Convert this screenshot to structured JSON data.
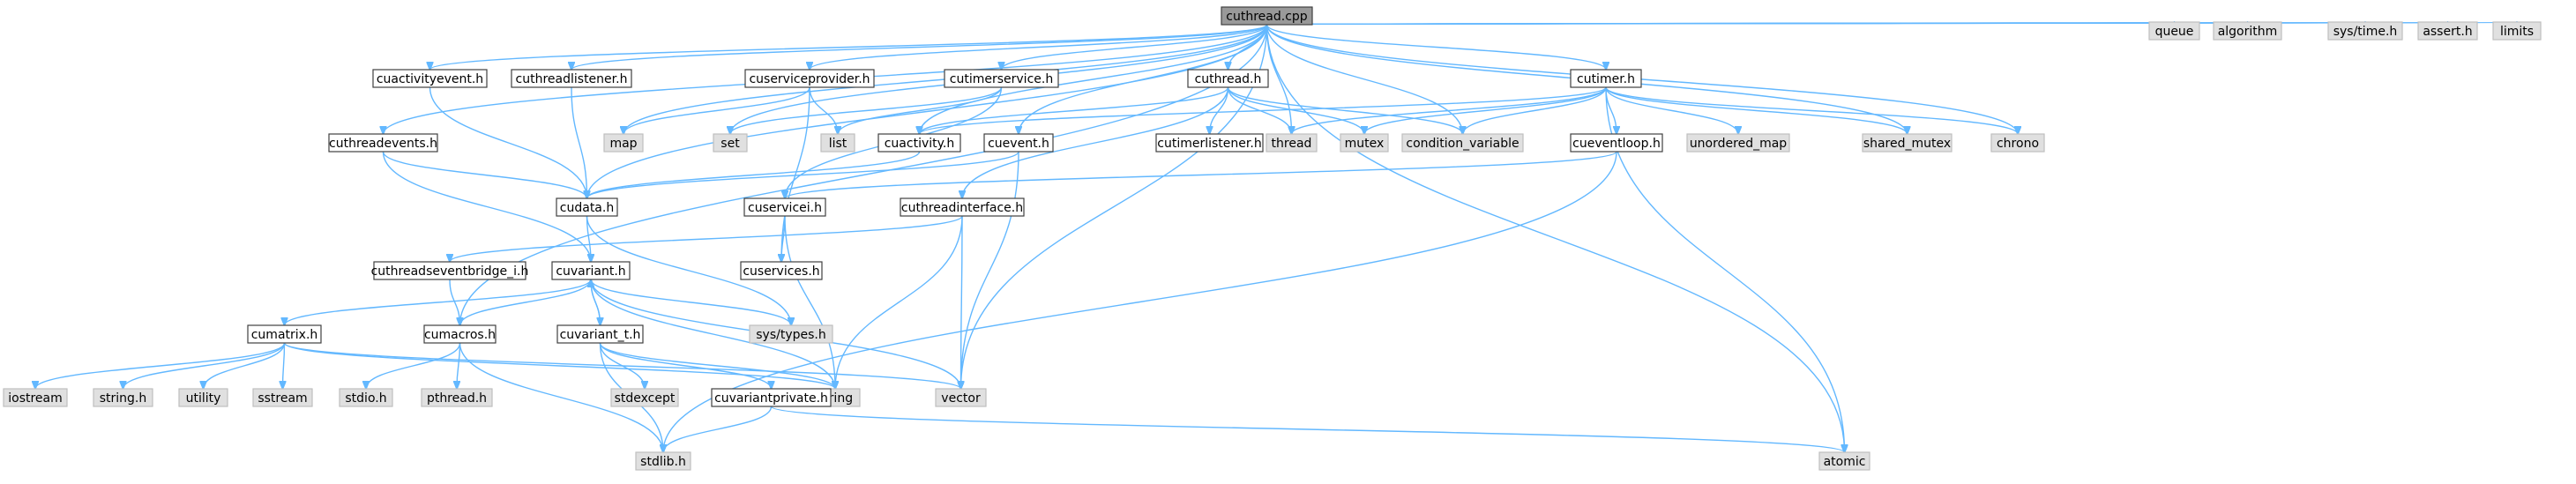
{
  "colors": {
    "root_fill": "#999999",
    "file_fill": "#ffffff",
    "system_fill": "#e0e0e0",
    "border_file": "#404040",
    "border_system": "#bfbfbf",
    "edge": "#63b8ff"
  },
  "nodes": [
    {
      "id": "cuthread_cpp",
      "label": "cuthread.cpp",
      "kind": "root"
    },
    {
      "id": "cuactivityevent_h",
      "label": "cuactivityevent.h",
      "kind": "file"
    },
    {
      "id": "cuthreadlistener_h",
      "label": "cuthreadlistener.h",
      "kind": "file"
    },
    {
      "id": "cuserviceprovider_h",
      "label": "cuserviceprovider.h",
      "kind": "file"
    },
    {
      "id": "cutimerservice_h",
      "label": "cutimerservice.h",
      "kind": "file"
    },
    {
      "id": "cuthread_h",
      "label": "cuthread.h",
      "kind": "file"
    },
    {
      "id": "cutimer_h",
      "label": "cutimer.h",
      "kind": "file"
    },
    {
      "id": "queue",
      "label": "queue",
      "kind": "system"
    },
    {
      "id": "algorithm",
      "label": "algorithm",
      "kind": "system"
    },
    {
      "id": "sys_time_h",
      "label": "sys/time.h",
      "kind": "system"
    },
    {
      "id": "assert_h",
      "label": "assert.h",
      "kind": "system"
    },
    {
      "id": "limits",
      "label": "limits",
      "kind": "system"
    },
    {
      "id": "cuthreadevents_h",
      "label": "cuthreadevents.h",
      "kind": "file"
    },
    {
      "id": "map",
      "label": "map",
      "kind": "system"
    },
    {
      "id": "set",
      "label": "set",
      "kind": "system"
    },
    {
      "id": "list",
      "label": "list",
      "kind": "system"
    },
    {
      "id": "cuactivity_h",
      "label": "cuactivity.h",
      "kind": "file"
    },
    {
      "id": "cuevent_h",
      "label": "cuevent.h",
      "kind": "file"
    },
    {
      "id": "cutimerlistener_h",
      "label": "cutimerlistener.h",
      "kind": "file"
    },
    {
      "id": "thread",
      "label": "thread",
      "kind": "system"
    },
    {
      "id": "mutex",
      "label": "mutex",
      "kind": "system"
    },
    {
      "id": "condition_variable",
      "label": "condition_variable",
      "kind": "system"
    },
    {
      "id": "cueventloop_h",
      "label": "cueventloop.h",
      "kind": "file"
    },
    {
      "id": "unordered_map",
      "label": "unordered_map",
      "kind": "system"
    },
    {
      "id": "shared_mutex",
      "label": "shared_mutex",
      "kind": "system"
    },
    {
      "id": "chrono",
      "label": "chrono",
      "kind": "system"
    },
    {
      "id": "cudata_h",
      "label": "cudata.h",
      "kind": "file"
    },
    {
      "id": "cuservicei_h",
      "label": "cuservicei.h",
      "kind": "file"
    },
    {
      "id": "cuthreadinterface_h",
      "label": "cuthreadinterface.h",
      "kind": "file"
    },
    {
      "id": "cuthreadseventbridge_i_h",
      "label": "cuthreadseventbridge_i.h",
      "kind": "file"
    },
    {
      "id": "cuvariant_h",
      "label": "cuvariant.h",
      "kind": "file"
    },
    {
      "id": "cuservices_h",
      "label": "cuservices.h",
      "kind": "file"
    },
    {
      "id": "cumatrix_h",
      "label": "cumatrix.h",
      "kind": "file"
    },
    {
      "id": "cumacros_h",
      "label": "cumacros.h",
      "kind": "file"
    },
    {
      "id": "cuvariant_t_h",
      "label": "cuvariant_t.h",
      "kind": "file"
    },
    {
      "id": "sys_types_h",
      "label": "sys/types.h",
      "kind": "system"
    },
    {
      "id": "iostream",
      "label": "iostream",
      "kind": "system"
    },
    {
      "id": "string_h",
      "label": "string.h",
      "kind": "system"
    },
    {
      "id": "utility",
      "label": "utility",
      "kind": "system"
    },
    {
      "id": "sstream",
      "label": "sstream",
      "kind": "system"
    },
    {
      "id": "stdio_h",
      "label": "stdio.h",
      "kind": "system"
    },
    {
      "id": "pthread_h",
      "label": "pthread.h",
      "kind": "system"
    },
    {
      "id": "stdexcept",
      "label": "stdexcept",
      "kind": "system"
    },
    {
      "id": "string",
      "label": "string",
      "kind": "system"
    },
    {
      "id": "vector",
      "label": "vector",
      "kind": "system"
    },
    {
      "id": "cuvariantprivate_h",
      "label": "cuvariantprivate.h",
      "kind": "file"
    },
    {
      "id": "stdlib_h",
      "label": "stdlib.h",
      "kind": "system"
    },
    {
      "id": "atomic",
      "label": "atomic",
      "kind": "system"
    }
  ],
  "edges": [
    [
      "cuthread_cpp",
      "cuactivityevent_h"
    ],
    [
      "cuthread_cpp",
      "cuthreadlistener_h"
    ],
    [
      "cuthread_cpp",
      "cuserviceprovider_h"
    ],
    [
      "cuthread_cpp",
      "cutimerservice_h"
    ],
    [
      "cuthread_cpp",
      "cuthread_h"
    ],
    [
      "cuthread_cpp",
      "cutimer_h"
    ],
    [
      "cuthread_cpp",
      "queue"
    ],
    [
      "cuthread_cpp",
      "algorithm"
    ],
    [
      "cuthread_cpp",
      "sys_time_h"
    ],
    [
      "cuthread_cpp",
      "assert_h"
    ],
    [
      "cuthread_cpp",
      "limits"
    ],
    [
      "cuthread_cpp",
      "cuthreadevents_h"
    ],
    [
      "cuthread_cpp",
      "map"
    ],
    [
      "cuthread_cpp",
      "set"
    ],
    [
      "cuthread_cpp",
      "cudata_h"
    ],
    [
      "cuthread_cpp",
      "cuactivity_h"
    ],
    [
      "cuthread_cpp",
      "cuevent_h"
    ],
    [
      "cuthread_cpp",
      "thread"
    ],
    [
      "cuthread_cpp",
      "condition_variable"
    ],
    [
      "cuthread_cpp",
      "shared_mutex"
    ],
    [
      "cuthread_cpp",
      "chrono"
    ],
    [
      "cuthread_cpp",
      "cumacros_h"
    ],
    [
      "cuthread_cpp",
      "vector"
    ],
    [
      "cuthread_cpp",
      "atomic"
    ],
    [
      "cuactivityevent_h",
      "cudata_h"
    ],
    [
      "cuthreadlistener_h",
      "cudata_h"
    ],
    [
      "cuserviceprovider_h",
      "map"
    ],
    [
      "cuserviceprovider_h",
      "list"
    ],
    [
      "cuserviceprovider_h",
      "cuservices_h"
    ],
    [
      "cutimerservice_h",
      "set"
    ],
    [
      "cutimerservice_h",
      "list"
    ],
    [
      "cutimerservice_h",
      "cuservicei_h"
    ],
    [
      "cuthread_h",
      "cuactivity_h"
    ],
    [
      "cuthread_h",
      "cutimerlistener_h"
    ],
    [
      "cuthread_h",
      "thread"
    ],
    [
      "cuthread_h",
      "mutex"
    ],
    [
      "cuthread_h",
      "condition_variable"
    ],
    [
      "cuthread_h",
      "cuthreadinterface_h"
    ],
    [
      "cutimer_h",
      "cuactivity_h"
    ],
    [
      "cutimer_h",
      "thread"
    ],
    [
      "cutimer_h",
      "mutex"
    ],
    [
      "cutimer_h",
      "condition_variable"
    ],
    [
      "cutimer_h",
      "cueventloop_h"
    ],
    [
      "cutimer_h",
      "unordered_map"
    ],
    [
      "cutimer_h",
      "shared_mutex"
    ],
    [
      "cutimer_h",
      "chrono"
    ],
    [
      "cutimer_h",
      "atomic"
    ],
    [
      "cuthreadevents_h",
      "cudata_h"
    ],
    [
      "cuthreadevents_h",
      "cuvariant_h"
    ],
    [
      "cuactivity_h",
      "cudata_h"
    ],
    [
      "cuevent_h",
      "cudata_h"
    ],
    [
      "cuevent_h",
      "vector"
    ],
    [
      "cueventloop_h",
      "cuservicei_h"
    ],
    [
      "cueventloop_h",
      "stdlib_h"
    ],
    [
      "cudata_h",
      "cuvariant_h"
    ],
    [
      "cudata_h",
      "sys_types_h"
    ],
    [
      "cuservicei_h",
      "cuservices_h"
    ],
    [
      "cuservicei_h",
      "string"
    ],
    [
      "cuthreadinterface_h",
      "cuthreadseventbridge_i_h"
    ],
    [
      "cuthreadinterface_h",
      "string"
    ],
    [
      "cuthreadinterface_h",
      "vector"
    ],
    [
      "cuthreadseventbridge_i_h",
      "cumacros_h"
    ],
    [
      "cuvariant_h",
      "cumatrix_h"
    ],
    [
      "cuvariant_h",
      "cumacros_h"
    ],
    [
      "cuvariant_h",
      "cuvariant_t_h"
    ],
    [
      "cuvariant_h",
      "sys_types_h"
    ],
    [
      "cuvariant_h",
      "string"
    ],
    [
      "cuvariant_h",
      "vector"
    ],
    [
      "cumatrix_h",
      "iostream"
    ],
    [
      "cumatrix_h",
      "string_h"
    ],
    [
      "cumatrix_h",
      "utility"
    ],
    [
      "cumatrix_h",
      "sstream"
    ],
    [
      "cumatrix_h",
      "string"
    ],
    [
      "cumatrix_h",
      "vector"
    ],
    [
      "cumacros_h",
      "stdio_h"
    ],
    [
      "cumacros_h",
      "pthread_h"
    ],
    [
      "cumacros_h",
      "stdlib_h"
    ],
    [
      "cuvariant_t_h",
      "cuvariant_h"
    ],
    [
      "cuvariant_t_h",
      "stdexcept"
    ],
    [
      "cuvariant_t_h",
      "string"
    ],
    [
      "cuvariant_t_h",
      "cuvariantprivate_h"
    ],
    [
      "cuvariant_t_h",
      "stdlib_h"
    ],
    [
      "cuvariantprivate_h",
      "stdlib_h"
    ],
    [
      "cuvariantprivate_h",
      "atomic"
    ]
  ]
}
